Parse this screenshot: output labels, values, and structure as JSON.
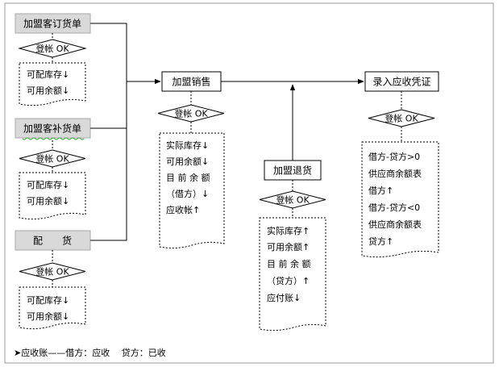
{
  "column1": {
    "box1": {
      "title": "加盟客订货单",
      "status": "登帐 OK",
      "lines": [
        "可配库存↓",
        "可用余额↓"
      ]
    },
    "box2": {
      "title": "加盟客补货单",
      "status": "登帐 OK",
      "lines": [
        "可配库存↓",
        "可用余额↓"
      ]
    },
    "box3": {
      "title": "配　　货",
      "status": "登帐 OK",
      "lines": [
        "可配库存↓",
        "可用余额↓"
      ]
    }
  },
  "sales": {
    "title": "加盟销售",
    "status": "登帐 OK",
    "lines": [
      "实际库存↓",
      "可用余额↓",
      "目 前 余 额",
      "（借方）↓",
      "应收帐↑"
    ]
  },
  "returns": {
    "title": "加盟退货",
    "status": "登帐 OK",
    "lines": [
      "实际库存↑",
      "可用余额↑",
      "目 前 余 额",
      "（贷方）↑",
      "应付账↓"
    ]
  },
  "voucher": {
    "title": "录入应收凭证",
    "status": "登帐 OK",
    "lines": [
      "借方-贷方>0",
      "供应商余额表",
      "借方↑",
      "借方-贷方<0",
      "供应商余额表",
      "贷方↑"
    ]
  },
  "footnote": "➤应收账——借方：应收　 贷方：已收"
}
